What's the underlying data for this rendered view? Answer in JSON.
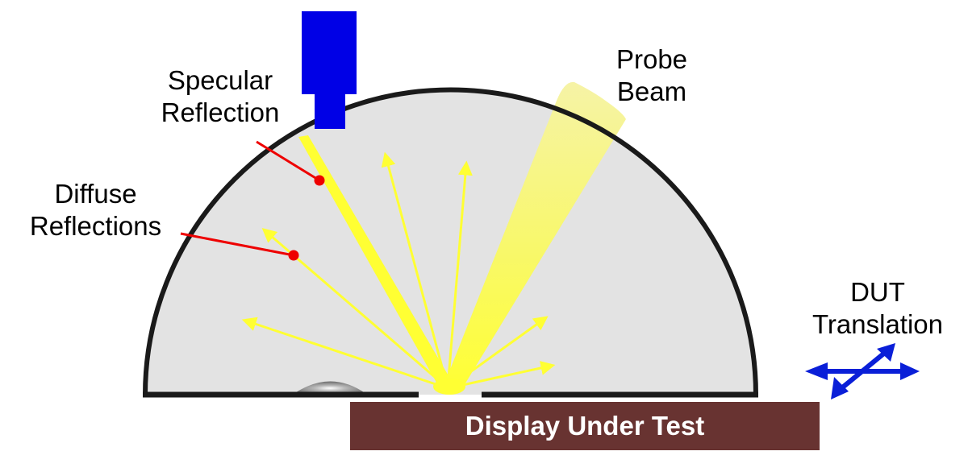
{
  "labels": {
    "specular_line1": "Specular",
    "specular_line2": "Reflection",
    "diffuse_line1": "Diffuse",
    "diffuse_line2": "Reflections",
    "probe_line1": "Probe",
    "probe_line2": "Beam",
    "dut_line1": "DUT",
    "dut_line2": "Translation",
    "display_under_test": "Display Under Test"
  },
  "colors": {
    "dome_fill": "#e3e3e3",
    "outline": "#1a1a1a",
    "beam_yellow": "#ffff33",
    "detector_blue": "#0000e6",
    "pointer_red": "#ee0000",
    "display_brown": "#683331",
    "arrow_blue": "#0a1fd8"
  },
  "icons": {
    "detector": "detector-icon",
    "translation": "bidirectional-arrows-icon"
  }
}
